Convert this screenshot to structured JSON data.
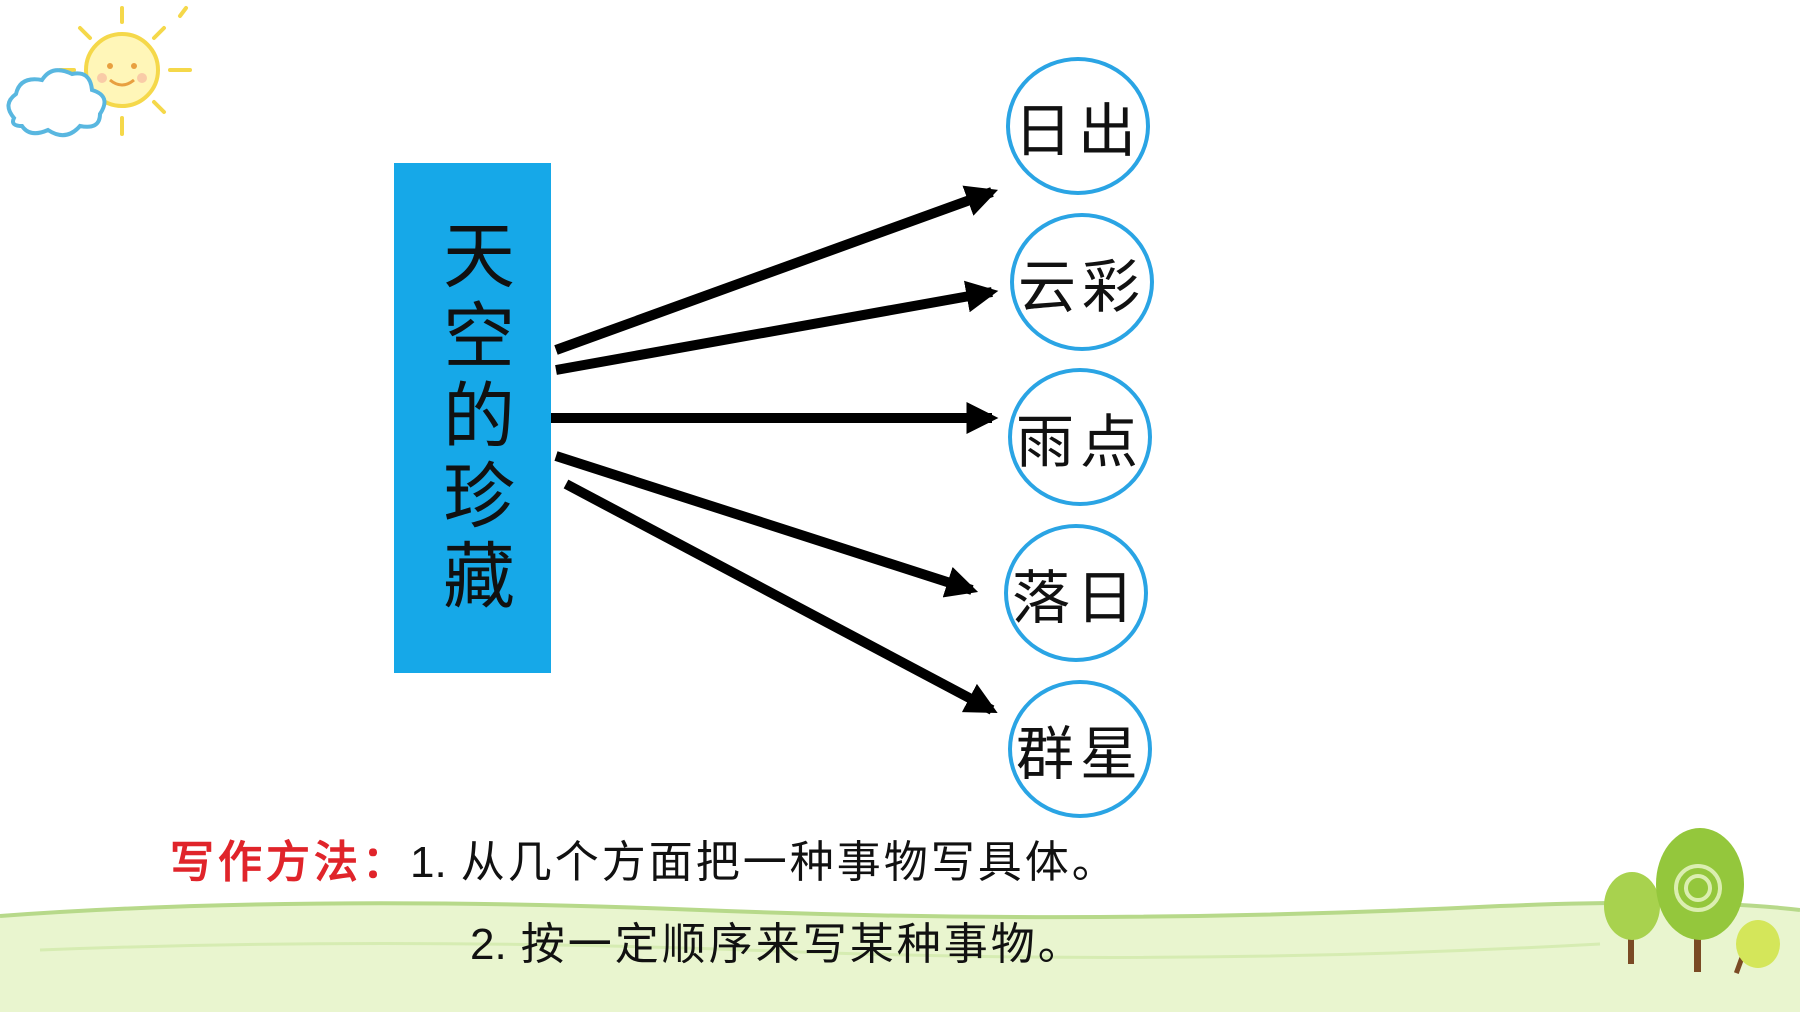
{
  "topic": {
    "title": "天空的珍藏"
  },
  "nodes": [
    {
      "label": "日出"
    },
    {
      "label": "云彩"
    },
    {
      "label": "雨点"
    },
    {
      "label": "落日"
    },
    {
      "label": "群星"
    }
  ],
  "method": {
    "label": "写作方法：",
    "items": [
      {
        "num": "1.",
        "text": "从几个方面把一种事物写具体。"
      },
      {
        "num": "2.",
        "text": "按一定顺序来写某种事物。"
      }
    ]
  },
  "colors": {
    "topic_box": "#16a8e8",
    "node_border": "#2aa4e4",
    "method_label": "#e0242a",
    "arrow": "#000000"
  },
  "icons": [
    "sun-icon",
    "cloud-icon",
    "tree-icon"
  ]
}
